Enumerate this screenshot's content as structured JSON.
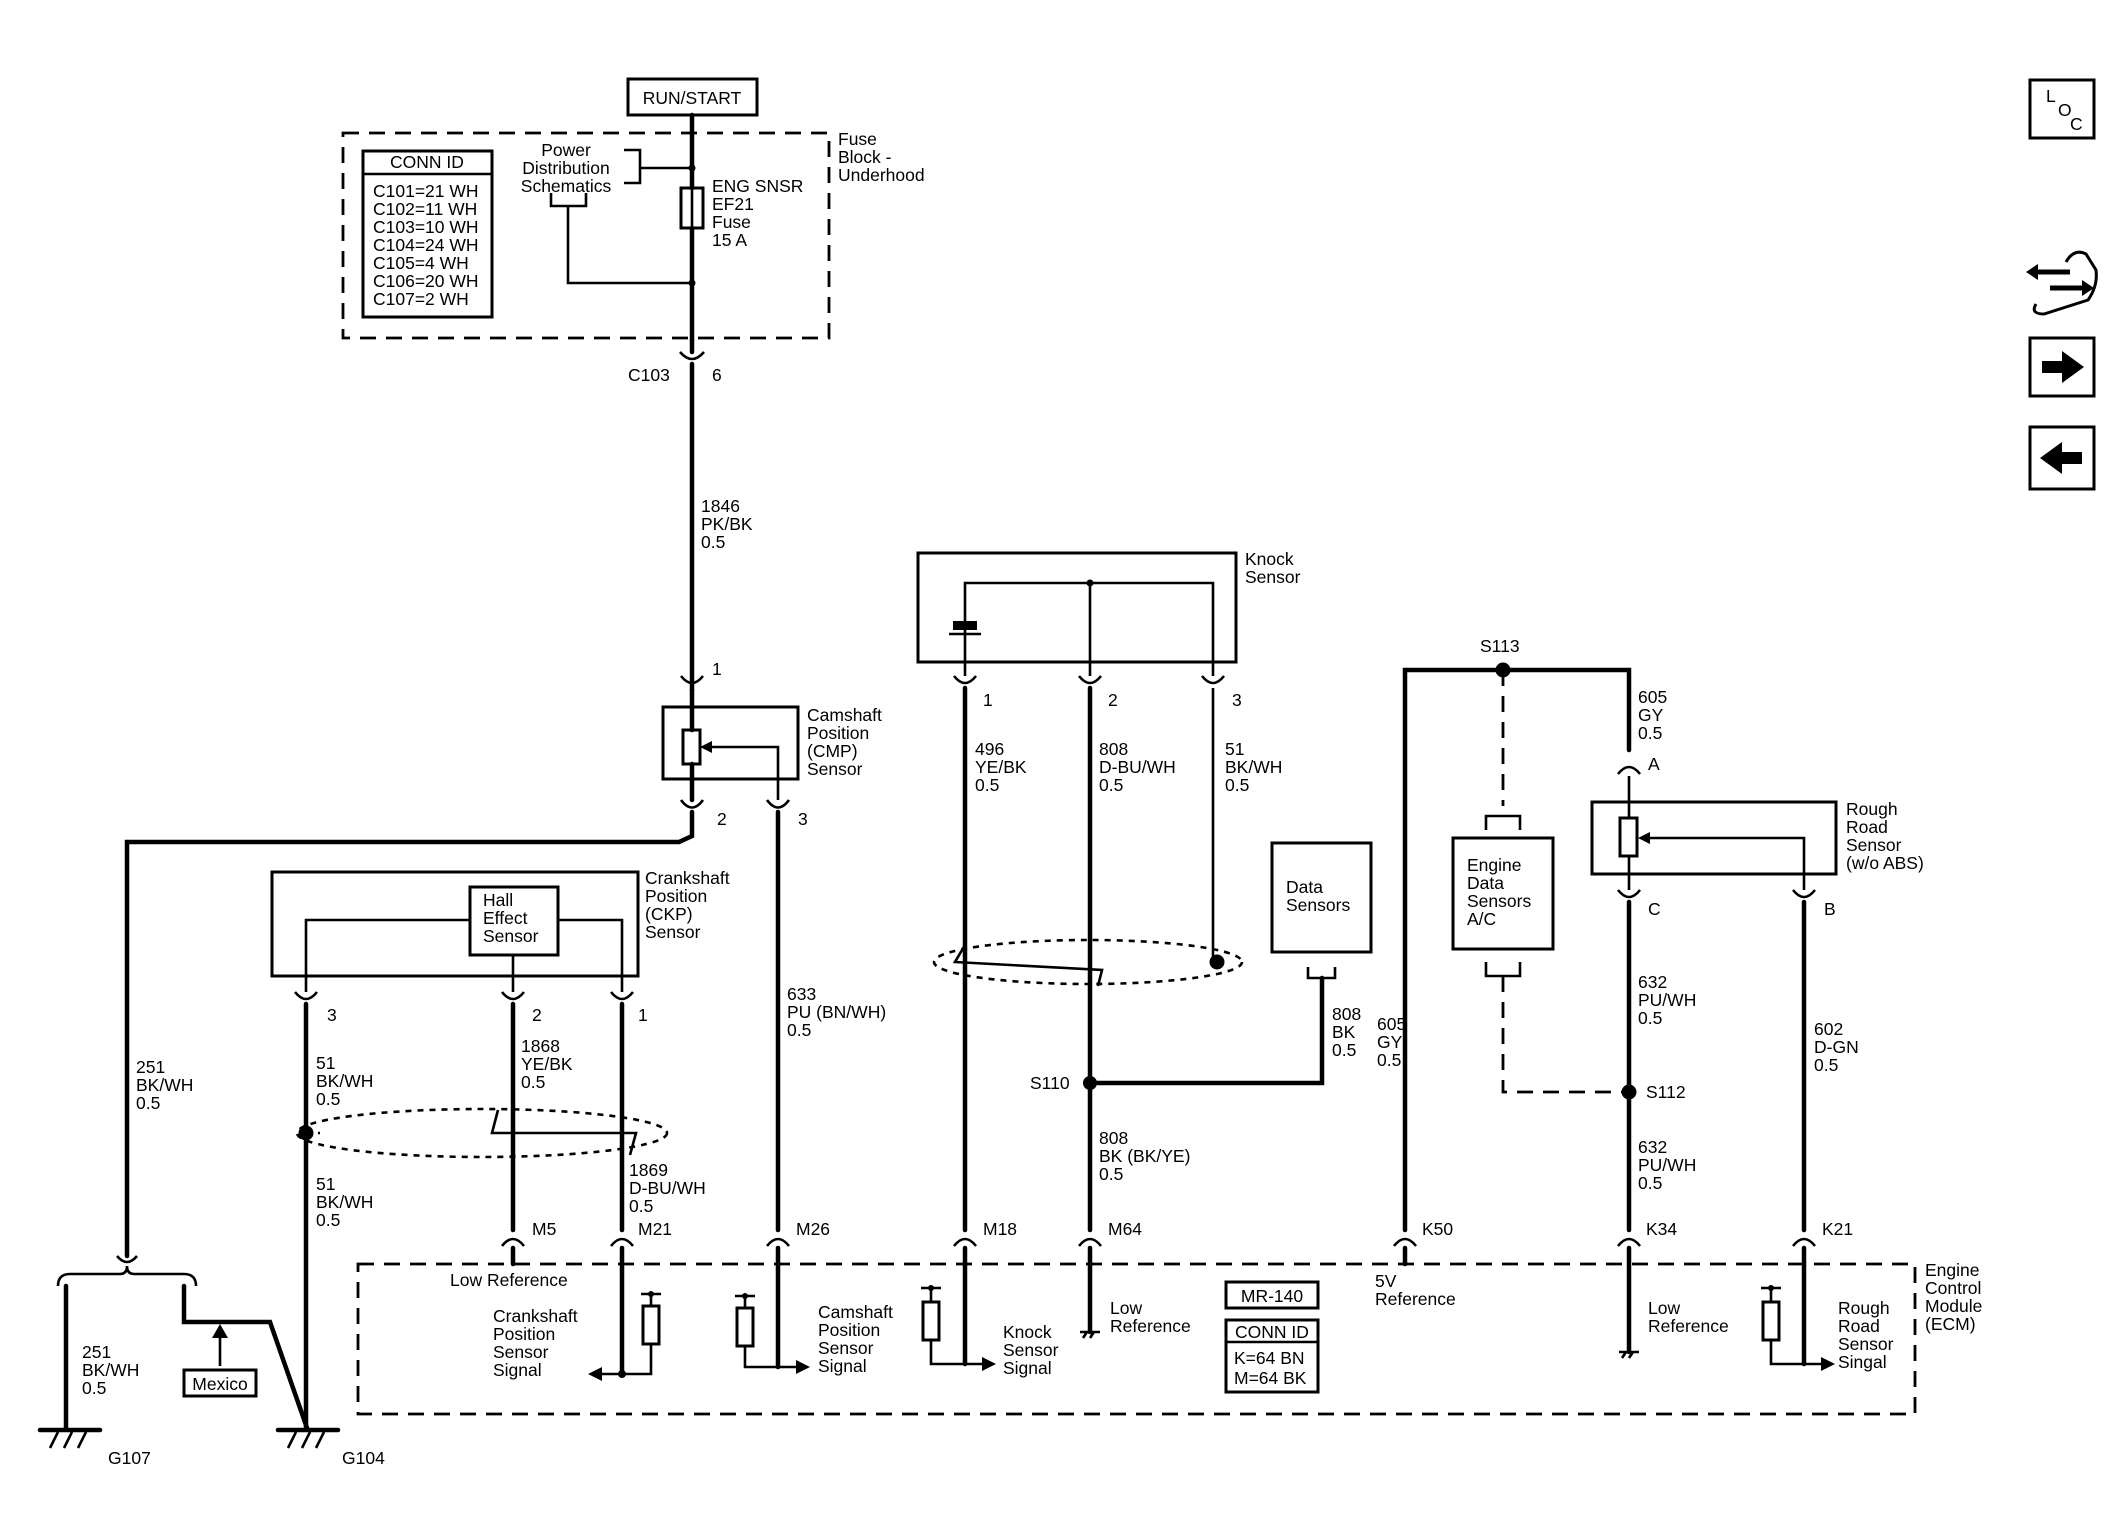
{
  "power": {
    "label": "RUN/START"
  },
  "fuse_block": {
    "title": [
      "Fuse",
      "Block -",
      "Underhood"
    ],
    "power_dist": [
      "Power",
      "Distribution",
      "Schematics"
    ],
    "fuse": [
      "ENG SNSR",
      "EF21",
      "Fuse",
      "15 A"
    ]
  },
  "conn_id_table": {
    "title": "CONN ID",
    "rows": [
      "C101=21 WH",
      "C102=11 WH",
      "C103=10 WH",
      "C104=24 WH",
      "C105=4 WH",
      "C106=20 WH",
      "C107=2 WH"
    ]
  },
  "connector_c103": {
    "name": "C103",
    "pin": "6"
  },
  "wire_1846": [
    "1846",
    "PK/BK",
    "0.5"
  ],
  "cmp_sensor": {
    "title": [
      "Camshaft",
      "Position",
      "(CMP)",
      "Sensor"
    ],
    "pins": [
      "1",
      "2",
      "3"
    ]
  },
  "ckp_sensor": {
    "title": [
      "Crankshaft",
      "Position",
      "(CKP)",
      "Sensor"
    ],
    "inner": [
      "Hall",
      "Effect",
      "Sensor"
    ],
    "pins": [
      "3",
      "2",
      "1"
    ]
  },
  "knock_sensor": {
    "title": [
      "Knock",
      "Sensor"
    ],
    "pins": [
      "1",
      "2",
      "3"
    ]
  },
  "data_sensors": [
    "Data",
    "Sensors"
  ],
  "engine_data_sensors": [
    "Engine",
    "Data",
    "Sensors",
    "A/C"
  ],
  "rough_road_sensor": {
    "title": [
      "Rough",
      "Road",
      "Sensor",
      "(w/o ABS)"
    ],
    "pins": [
      "A",
      "C",
      "B"
    ]
  },
  "splices": {
    "s113": "S113",
    "s110": "S110",
    "s112": "S112"
  },
  "wires": {
    "w251a": [
      "251",
      "BK/WH",
      "0.5"
    ],
    "w251b": [
      "251",
      "BK/WH",
      "0.5"
    ],
    "w51a": [
      "51",
      "BK/WH",
      "0.5"
    ],
    "w51b": [
      "51",
      "BK/WH",
      "0.5"
    ],
    "w1868": [
      "1868",
      "YE/BK",
      "0.5"
    ],
    "w1869": [
      "1869",
      "D-BU/WH",
      "0.5"
    ],
    "w633": [
      "633",
      "PU (BN/WH)",
      "0.5"
    ],
    "w496": [
      "496",
      "YE/BK",
      "0.5"
    ],
    "w808a": [
      "808",
      "D-BU/WH",
      "0.5"
    ],
    "w51c": [
      "51",
      "BK/WH",
      "0.5"
    ],
    "w808b": [
      "808",
      "BK",
      "0.5"
    ],
    "w808c": [
      "808",
      "BK (BK/YE)",
      "0.5"
    ],
    "w605a": [
      "605",
      "GY",
      "0.5"
    ],
    "w605b": [
      "605",
      "GY",
      "0.5"
    ],
    "w632a": [
      "632",
      "PU/WH",
      "0.5"
    ],
    "w632b": [
      "632",
      "PU/WH",
      "0.5"
    ],
    "w602": [
      "602",
      "D-GN",
      "0.5"
    ]
  },
  "ecm": {
    "title": [
      "Engine",
      "Control",
      "Module",
      "(ECM)"
    ],
    "pins": [
      "M5",
      "M21",
      "M26",
      "M18",
      "M64",
      "K50",
      "K34",
      "K21"
    ],
    "low_ref_1": "Low Reference",
    "ckp_signal": [
      "Crankshaft",
      "Position",
      "Sensor",
      "Signal"
    ],
    "cmp_signal": [
      "Camshaft",
      "Position",
      "Sensor",
      "Signal"
    ],
    "knock_signal": [
      "Knock",
      "Sensor",
      "Signal"
    ],
    "low_ref_2": [
      "Low",
      "Reference"
    ],
    "mr_code": "MR-140",
    "conn_id": {
      "title": "CONN ID",
      "rows": [
        "K=64 BN",
        "M=64 BK"
      ]
    },
    "ref_5v": [
      "5V",
      "Reference"
    ],
    "low_ref_3": [
      "Low",
      "Reference"
    ],
    "rough_road_signal": [
      "Rough",
      "Road",
      "Sensor",
      "Singal"
    ]
  },
  "grounds": {
    "g107": "G107",
    "g104": "G104",
    "mexico": "Mexico"
  },
  "nav": {
    "loc": [
      "L",
      "O",
      "C"
    ]
  }
}
